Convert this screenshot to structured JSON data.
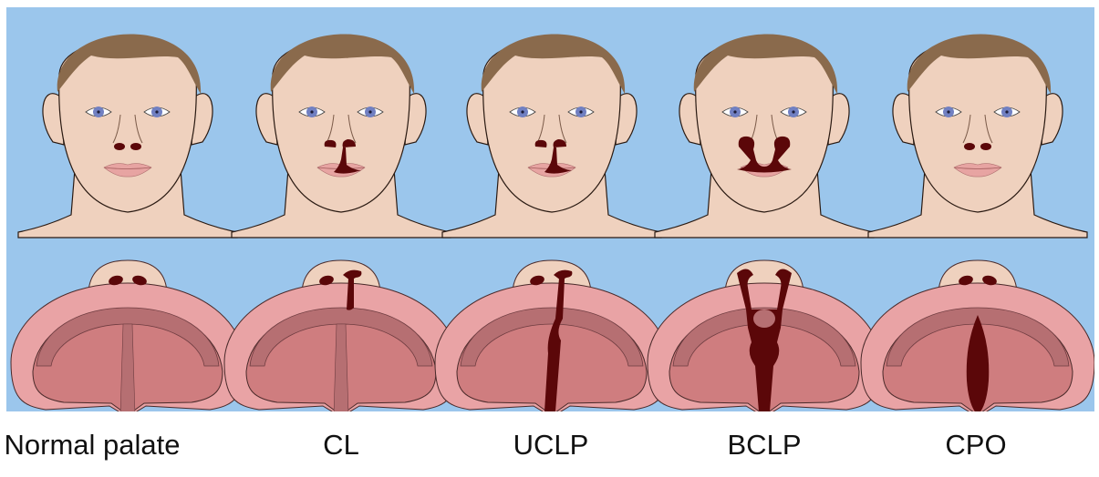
{
  "figure": {
    "colors": {
      "background": "#9bc6ec",
      "skin": "#efd1be",
      "hair": "#8a6a4c",
      "iris": "#7180c2",
      "lips": "#e7a4a2",
      "cleft": "#5b0709",
      "palate_gum": "#e9a3a5",
      "palate_inner": "#cf7d7f",
      "palate_ridge": "#b66f72"
    },
    "columns": [
      {
        "label": "Normal palate",
        "cleft": "none"
      },
      {
        "label": "CL",
        "cleft": "cleft-lip"
      },
      {
        "label": "UCLP",
        "cleft": "unilateral-cleft-lip-palate"
      },
      {
        "label": "BCLP",
        "cleft": "bilateral-cleft-lip-palate"
      },
      {
        "label": "CPO",
        "cleft": "cleft-palate-only"
      }
    ]
  }
}
